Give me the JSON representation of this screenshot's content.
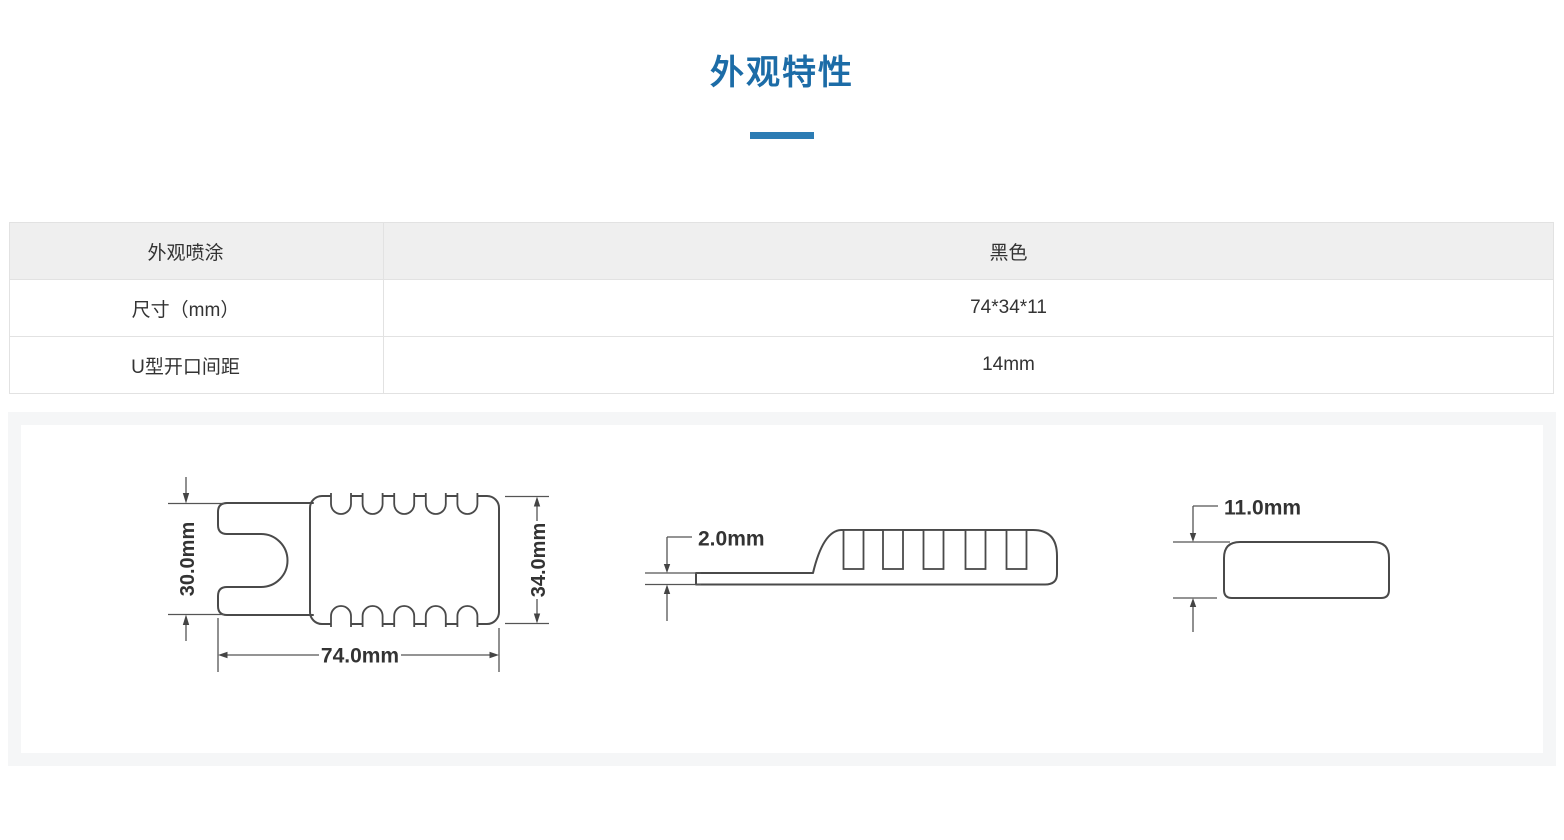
{
  "header": {
    "title": "外观特性",
    "accent_color": "#1c6ca7",
    "dash_color": "#2c7cb4"
  },
  "table": {
    "header_bg": "#efefef",
    "border_color": "#e2e2e2",
    "rows": [
      {
        "label": "外观喷涂",
        "value": "黑色"
      },
      {
        "label": "尺寸（mm）",
        "value": "74*34*11"
      },
      {
        "label": "U型开口间距",
        "value": "14mm"
      }
    ]
  },
  "drawings": {
    "line_color": "#4a4a4a",
    "top_view": {
      "name": "top-view-with-u-clip",
      "fork_height_label": "30.0mm",
      "body_height_label": "34.0mm",
      "width_label": "74.0mm"
    },
    "side_view": {
      "name": "side-profile-with-blade",
      "thickness_label": "2.0mm"
    },
    "end_view": {
      "name": "end-view",
      "height_label": "11.0mm"
    }
  }
}
